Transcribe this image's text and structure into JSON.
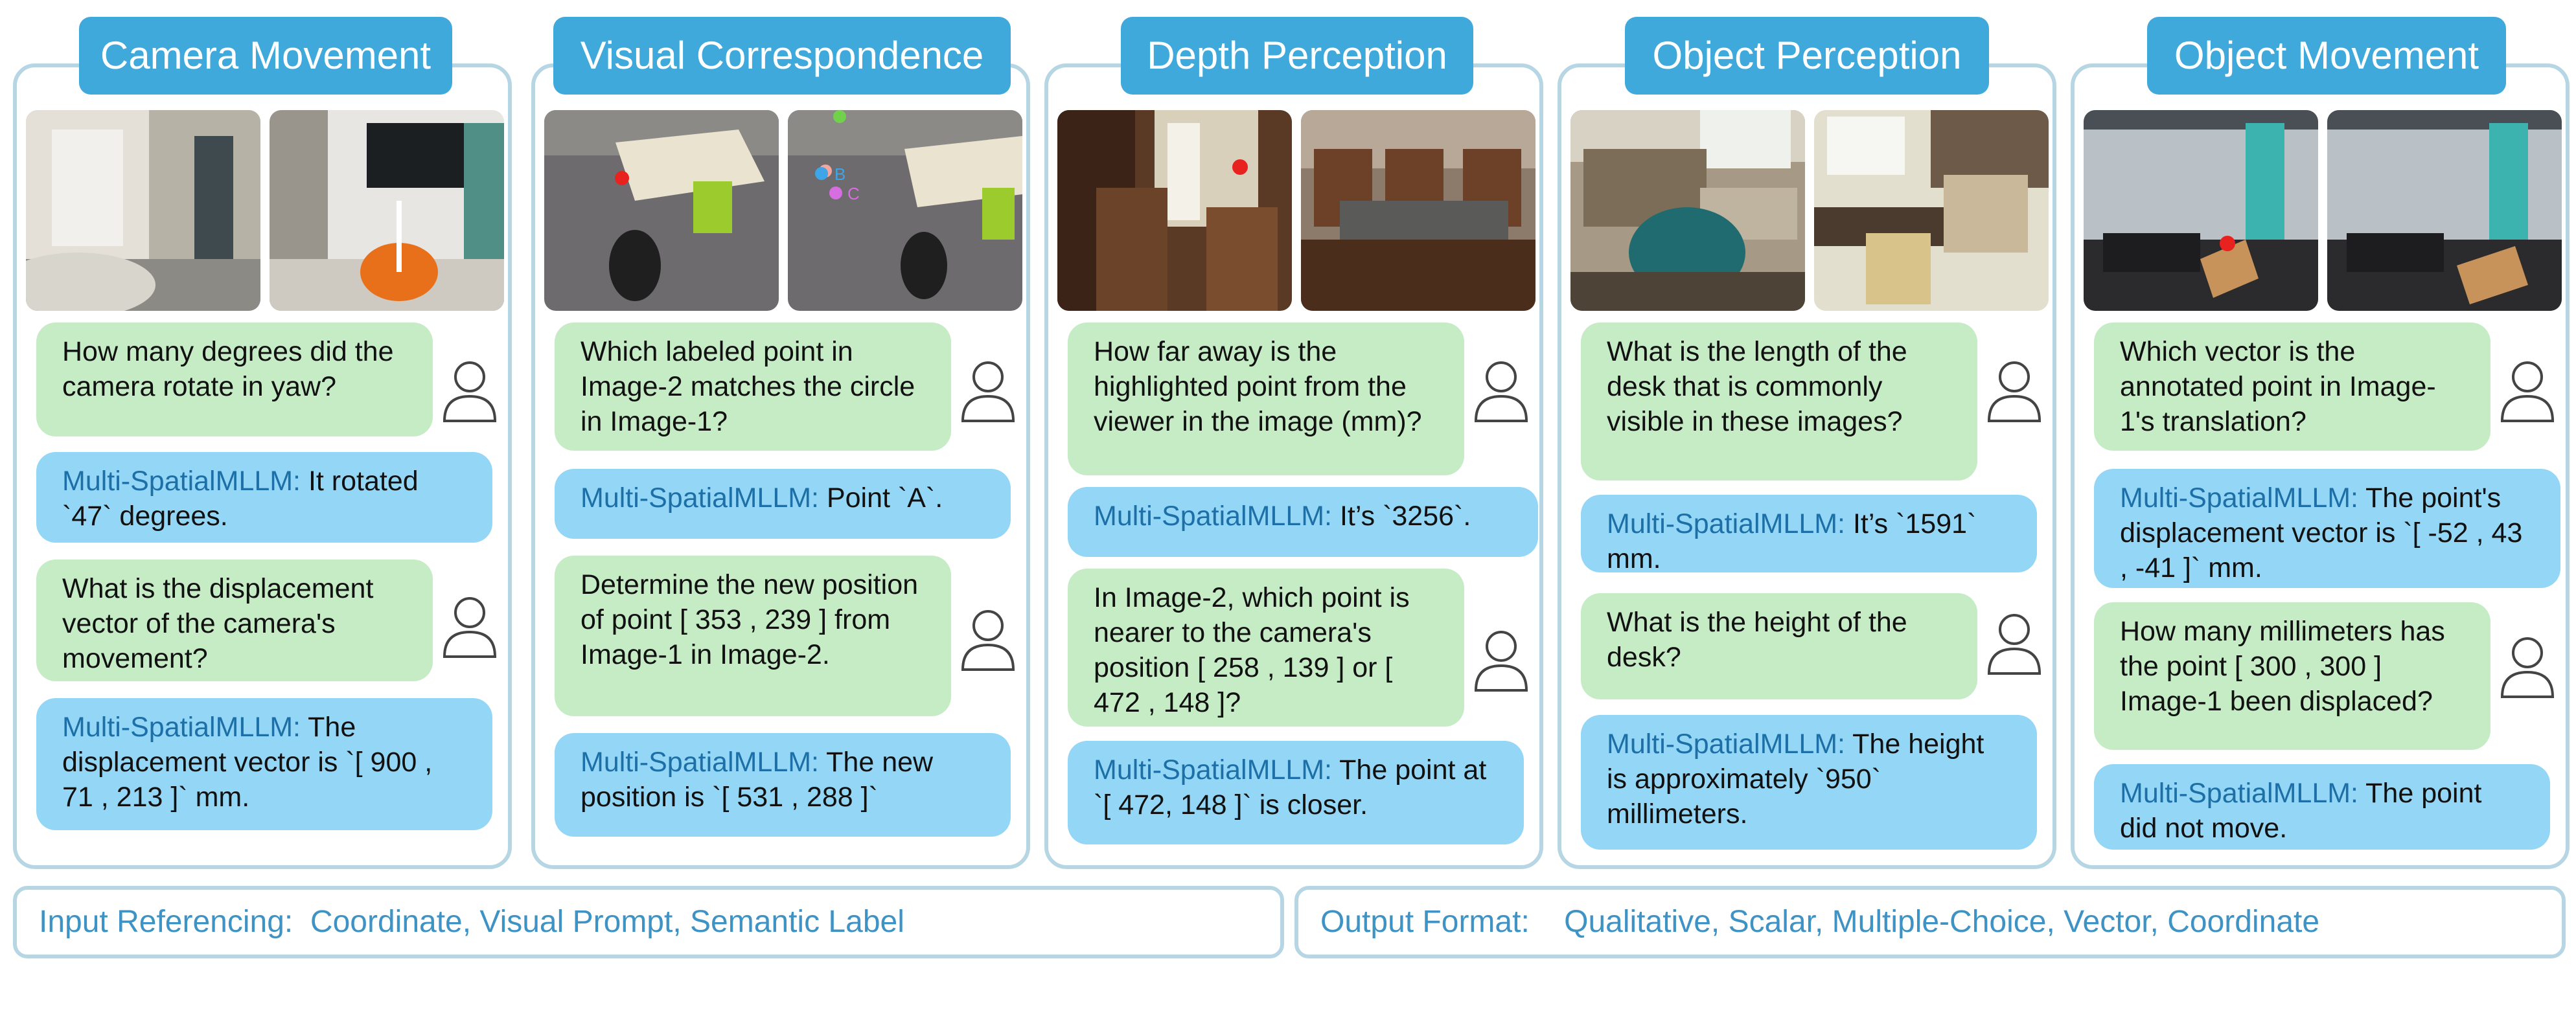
{
  "panels": [
    {
      "title": "Camera Movement",
      "qa": [
        {
          "q": "How many degrees did the camera rotate in yaw?",
          "a_prefix": "Multi-SpatialMLLM:",
          "a_text": " It rotated `47` degrees."
        },
        {
          "q": "What is the displacement vector of the camera's movement?",
          "a_prefix": "Multi-SpatialMLLM:",
          "a_text": " The displacement vector is `[ 900 , 71 , 213 ]` mm."
        }
      ]
    },
    {
      "title": "Visual Correspondence",
      "image_labels": {
        "b": "B",
        "c": "C"
      },
      "qa": [
        {
          "q": "Which labeled point in Image-2 matches the circle in Image-1?",
          "a_prefix": "Multi-SpatialMLLM:",
          "a_text": " Point `A`."
        },
        {
          "q": "Determine the new position of point [ 353 , 239 ] from Image-1 in Image-2.",
          "a_prefix": "Multi-SpatialMLLM:",
          "a_text": " The new position is `[ 531 , 288 ]`"
        }
      ]
    },
    {
      "title": "Depth Perception",
      "qa": [
        {
          "q": "How far away is the highlighted point from the viewer in the image (mm)?",
          "a_prefix": "Multi-SpatialMLLM:",
          "a_text": " It’s `3256`."
        },
        {
          "q": "In Image-2, which point is nearer to the camera's position [ 258 , 139 ] or [ 472 , 148 ]?",
          "a_prefix": "Multi-SpatialMLLM:",
          "a_text": " The point at `[ 472, 148 ]` is closer."
        }
      ]
    },
    {
      "title": "Object Perception",
      "qa": [
        {
          "q": "What is the length of the desk that is commonly visible in these images?",
          "a_prefix": "Multi-SpatialMLLM:",
          "a_text": " It’s `1591` mm."
        },
        {
          "q": "What is the height of the desk?",
          "a_prefix": "Multi-SpatialMLLM:",
          "a_text": " The height is approximately `950` millimeters."
        }
      ]
    },
    {
      "title": "Object Movement",
      "qa": [
        {
          "q": "Which vector is the annotated point in Image-1's translation?",
          "a_prefix": "Multi-SpatialMLLM:",
          "a_text": " The point's displacement vector is `[ -52 , 43 , -41 ]` mm."
        },
        {
          "q": "How many millimeters has the point [ 300 , 300 ] Image-1 been displaced?",
          "a_prefix": "Multi-SpatialMLLM:",
          "a_text": " The point did not move."
        }
      ]
    }
  ],
  "footer": {
    "input_label": "Input Referencing:",
    "input_values": "Coordinate, Visual Prompt, Semantic Label",
    "output_label": "Output Format:",
    "output_values": "Qualitative, Scalar, Multiple-Choice, Vector, Coordinate"
  },
  "colors": {
    "title_bg": "#3ea9da",
    "question_bg": "#c6ecc6",
    "answer_bg": "#94d6f5",
    "model_name": "#1d6fa8",
    "border": "#b7d6e3",
    "footer_text": "#3f93c4"
  },
  "icons": [
    "user-icon"
  ]
}
